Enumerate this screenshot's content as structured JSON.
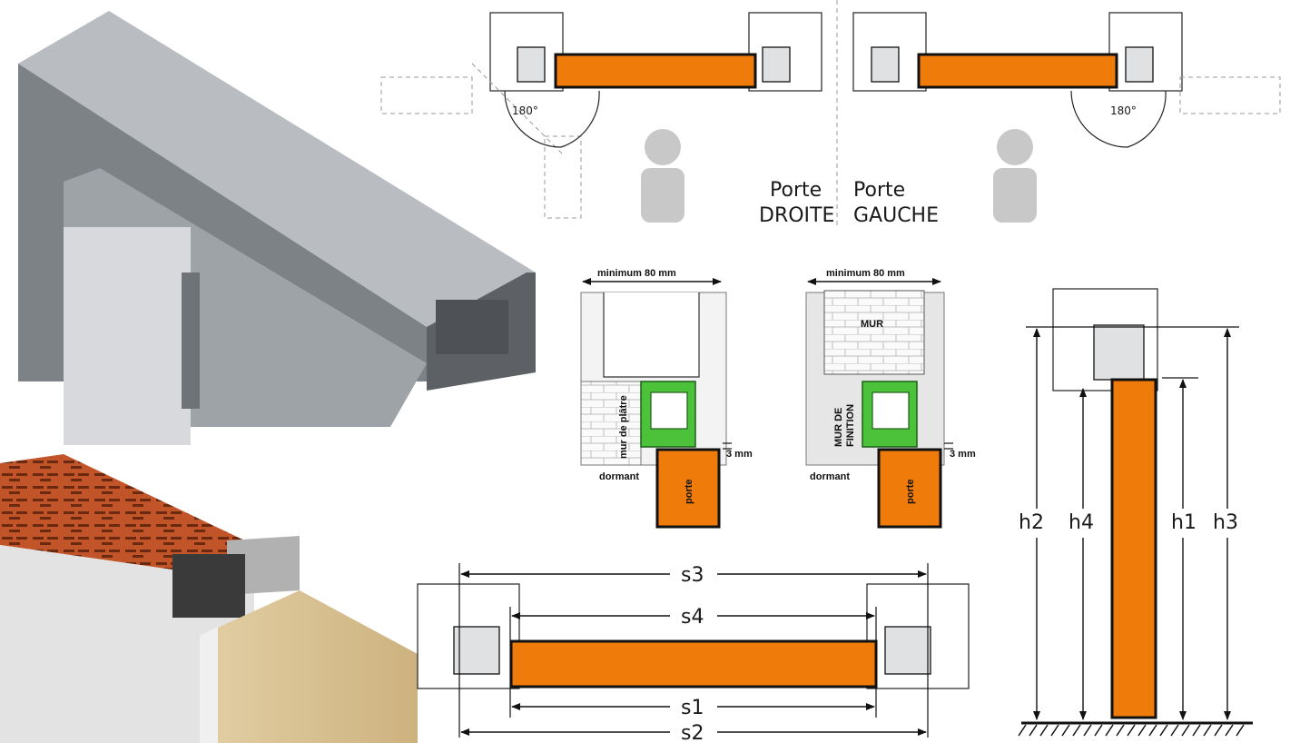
{
  "labels": {
    "angle_right": "180°",
    "angle_left": "180°",
    "door_right_line1": "Porte",
    "door_right_line2": "DROITE",
    "door_left_line1": "Porte",
    "door_left_line2": "GAUCHE",
    "min_width_a": "minimum 80 mm",
    "min_width_b": "minimum 80 mm",
    "plaster_wall": "mur de plâtre",
    "wall": "MUR",
    "finish_wall_1": "MUR DE",
    "finish_wall_2": "FINITION",
    "frame_a": "dormant",
    "frame_b": "dormant",
    "door_a": "porte",
    "door_b": "porte",
    "gap_a": "3 mm",
    "gap_b": "3 mm",
    "s1": "s1",
    "s2": "s2",
    "s3": "s3",
    "s4": "s4",
    "h1": "h1",
    "h2": "h2",
    "h3": "h3",
    "h4": "h4"
  },
  "colors": {
    "door": "#ef7b0a",
    "profile_green": "#4cc23a",
    "aluminium": "#9ea3a8"
  }
}
